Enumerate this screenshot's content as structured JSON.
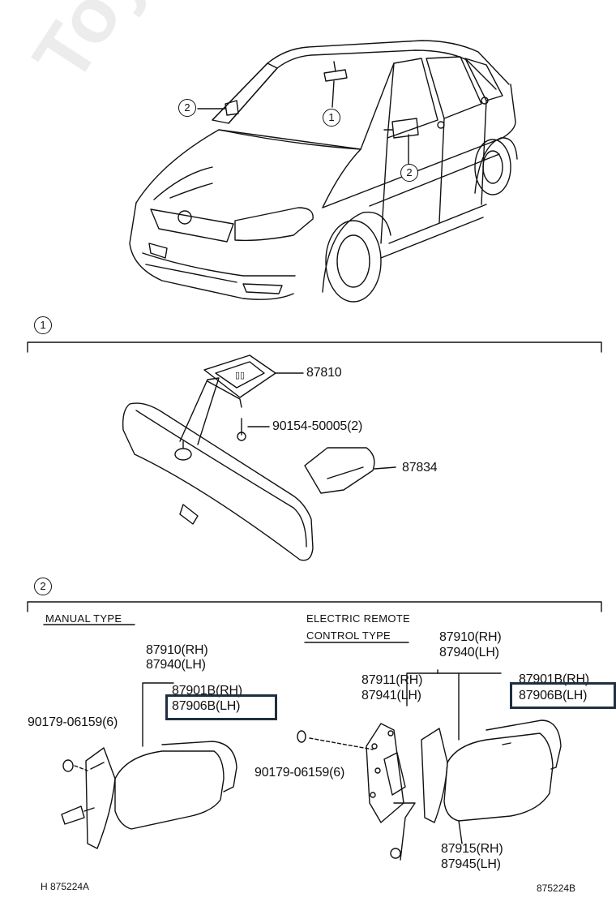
{
  "watermark": "ToyotaCarMine.ru",
  "callouts": {
    "mirror_inner": "1",
    "mirror_outer": "2"
  },
  "section1": {
    "marker": "1",
    "parts": [
      "87810",
      "90154-50005(2)",
      "87834"
    ]
  },
  "section2": {
    "marker": "2",
    "manual": {
      "title": "MANUAL TYPE",
      "assy": [
        "87910(RH)",
        "87940(LH)"
      ],
      "glass": [
        "87901B(RH)",
        "87906B(LH)"
      ],
      "screw": "90179-06159(6)"
    },
    "electric": {
      "title_line1": "ELECTRIC REMOTE",
      "title_line2": "CONTROL TYPE",
      "assy": [
        "87910(RH)",
        "87940(LH)"
      ],
      "cover": [
        "87911(RH)",
        "87941(LH)"
      ],
      "glass": [
        "87901B(RH)",
        "87906B(LH)"
      ],
      "screw": "90179-06159(6)",
      "motor": [
        "87915(RH)",
        "87945(LH)"
      ]
    }
  },
  "codes": {
    "left": "H 875224A",
    "right": "875224B"
  },
  "colors": {
    "line": "#111111",
    "highlight_box": "#1f2f3f",
    "watermark": "#aaaaaa"
  }
}
